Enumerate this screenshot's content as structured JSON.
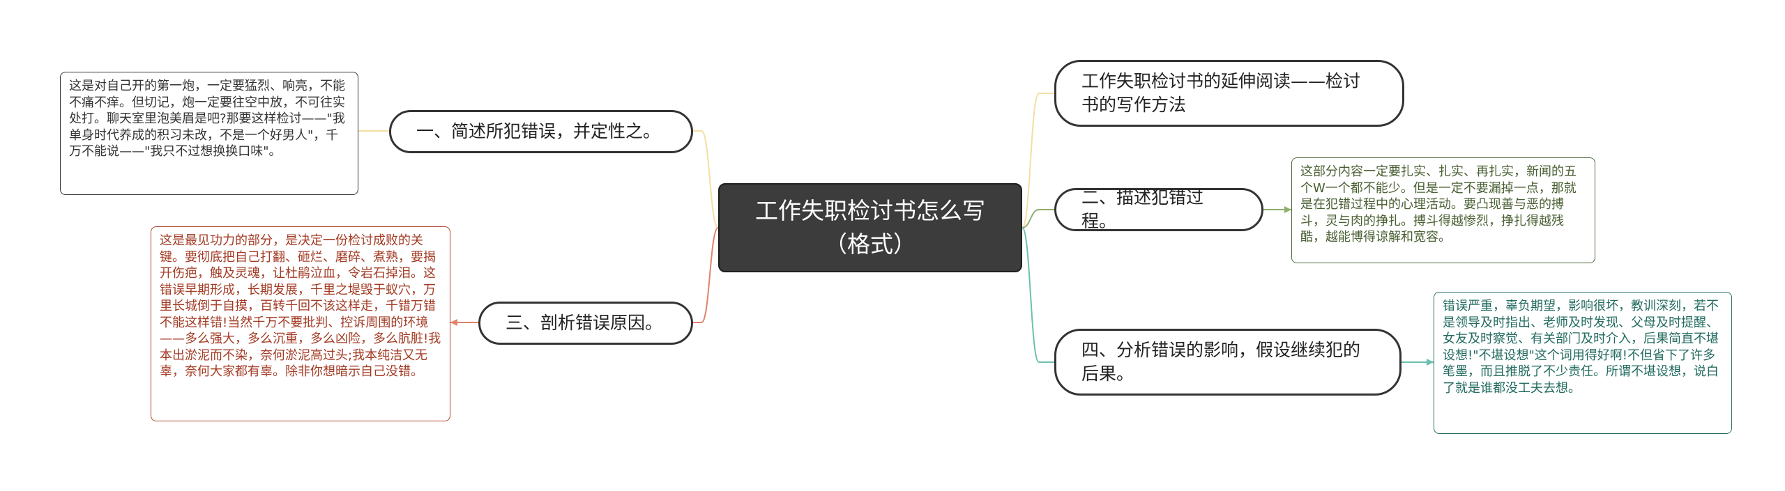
{
  "root": {
    "title": "工作失职检讨书怎么写（格式）"
  },
  "branches": {
    "b1": {
      "label": "一、简述所犯错误，并定性之。"
    },
    "b3": {
      "label": "三、剖析错误原因。"
    },
    "read": {
      "label": "工作失职检讨书的延伸阅读——检讨书的写作方法"
    },
    "b2": {
      "label": "二、描述犯错过程。"
    },
    "b4": {
      "label": "四、分析错误的影响，假设继续犯的后果。"
    }
  },
  "leaves": {
    "b1": "这是对自己开的第一炮，一定要猛烈、响亮，不能不痛不痒。但切记，炮一定要往空中放，不可往实处打。聊天室里泡美眉是吧?那要这样检讨——\"我单身时代养成的积习未改，不是一个好男人\"，千万不能说——\"我只不过想换换口味\"。",
    "b3": "这是最见功力的部分，是决定一份检讨成败的关键。要彻底把自己打翻、砸烂、磨碎、煮熟，要揭开伤疤，触及灵魂，让杜鹃泣血，令岩石掉泪。这错误早期形成，长期发展，千里之堤毁于蚁穴，万里长城倒于自摸，百转千回不该这样走，千错万错不能这样错!当然千万不要批判、控诉周围的环境——多么强大，多么沉重，多么凶险，多么肮脏!我本出淤泥而不染，奈何淤泥高过头;我本纯洁又无辜，奈何大家都有辜。除非你想暗示自己没错。",
    "b2": "这部分内容一定要扎实、扎实、再扎实，新闻的五个W一个都不能少。但是一定不要漏掉一点，那就是在犯错过程中的心理活动。要凸现善与恶的搏斗，灵与肉的挣扎。搏斗得越惨烈，挣扎得越残酷，越能博得谅解和宽容。",
    "b4": "错误严重，辜负期望，影响很坏，教训深刻，若不是领导及时指出、老师及时发现、父母及时提醒、女友及时察觉、有关部门及时介入，后果简直不堪设想!\"不堪设想\"这个词用得好啊!不但省下了许多笔墨，而且推脱了不少责任。所谓不堪设想，说白了就是谁都没工夫去想。"
  },
  "colors": {
    "yellow": "#f3dfa2",
    "red": "#e0826a",
    "olive": "#8fae6f",
    "teal": "#6bbfae"
  }
}
